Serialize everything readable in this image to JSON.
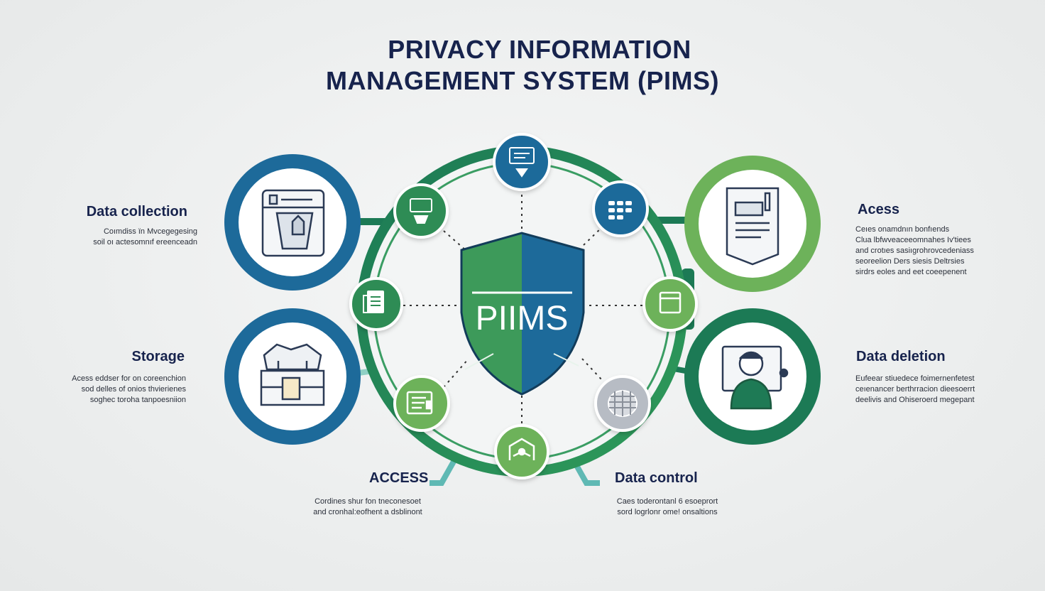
{
  "title": {
    "line1": "PRIVACY INFORMATION",
    "line2": "MANAGEMENT SYSTEM (PIMS)"
  },
  "center": {
    "label": "PIIMS"
  },
  "sections": {
    "data_collection": {
      "label": "Data collection",
      "desc1": "Coımdiss ïn Mvcegegesing",
      "desc2": "soil oı actesomnıf ereenceadn"
    },
    "storage": {
      "label": "Storage",
      "desc1": "Acess eddser for on coreenchion",
      "desc2": "sod delles of onios thvierienes",
      "desc3": "soghec toroha tanpoesniion"
    },
    "access_left": {
      "label": "ACCESS",
      "desc1": "Cordines shur fon tneconesoet",
      "desc2": "and cronhal:eofhent a dsblinont"
    },
    "data_control": {
      "label": "Data control",
      "desc1": "Caes toderontanl 6 esoeprort",
      "desc2": "sord logrlonr ome! onsaltions"
    },
    "access_right": {
      "label": "Acess",
      "desc1": "Ceıes onamdnın bonfıends",
      "desc2": "Clua lbfwveaceeomnahes Iv'tiees",
      "desc3": "and crotıes sasiıgrohrovcedeniass",
      "desc4": "seoreelion Ders siesis Deltrsies",
      "desc5": "sirdrs eoles and eet coeepenent"
    },
    "data_deletion": {
      "label": "Data deletion",
      "desc1": "Eufeear stiuedece foimernenfetest",
      "desc2": "ceıenancer berthrracion dieesoerrt",
      "desc3": "deelivis and Ohiseroerd megepant"
    }
  },
  "icons": [
    "form-icon",
    "monitor-icon",
    "grid-icon",
    "document-icon",
    "folder-icon",
    "checklist-icon",
    "workflow-icon",
    "server-icon",
    "database-icon",
    "archive-icon",
    "document-page-icon",
    "person-icon"
  ],
  "colors": {
    "navy": "#17234d",
    "blue": "#1d6a9a",
    "green": "#3d9a5a",
    "light_green": "#6db25a",
    "teal": "#4fb3b3",
    "ring_green": "#2e8c55"
  }
}
